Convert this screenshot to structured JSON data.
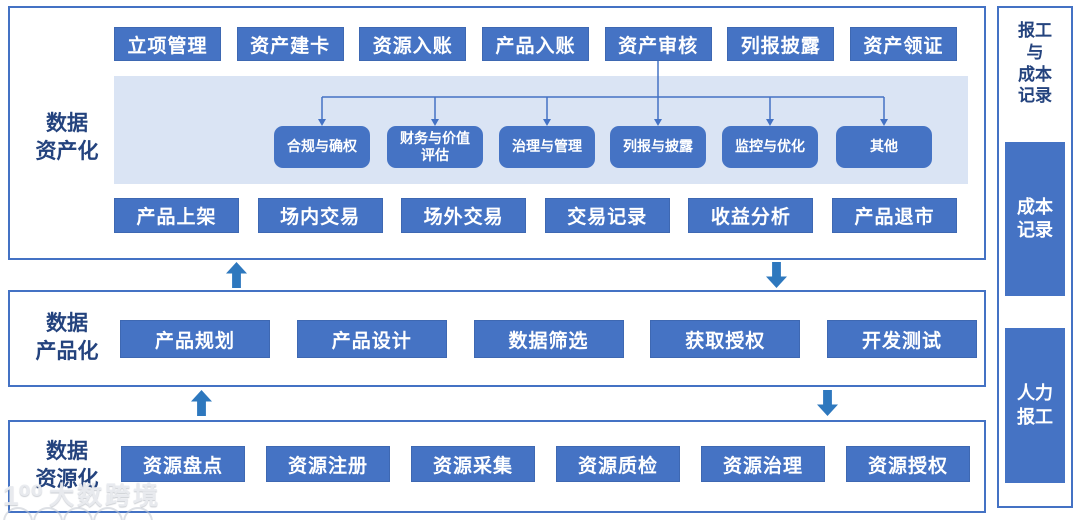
{
  "colors": {
    "box_blue": "#4573C4",
    "section_border_blue": "#4472C4",
    "panel_light_blue": "#DAE4F4",
    "arrow_blue": "#2E78BE",
    "label_dark_blue": "#24437E"
  },
  "sections": {
    "assetization": {
      "label_lines": [
        "数据",
        "资产化"
      ],
      "top_row": [
        "立项管理",
        "资产建卡",
        "资源入账",
        "产品入账",
        "资产审核",
        "列报披露",
        "资产领证"
      ],
      "sub_row": [
        "合规与确权",
        "财务与价值评估",
        "治理与管理",
        "列报与披露",
        "监控与优化",
        "其他"
      ],
      "bottom_row": [
        "产品上架",
        "场内交易",
        "场外交易",
        "交易记录",
        "收益分析",
        "产品退市"
      ]
    },
    "productization": {
      "label_lines": [
        "数据",
        "产品化"
      ],
      "row": [
        "产品规划",
        "产品设计",
        "数据筛选",
        "获取授权",
        "开发测试"
      ]
    },
    "resourcization": {
      "label_lines": [
        "数据",
        "资源化"
      ],
      "row": [
        "资源盘点",
        "资源注册",
        "资源采集",
        "资源质检",
        "资源治理",
        "资源授权"
      ]
    }
  },
  "sidebar": {
    "title_lines": [
      "报工",
      "与",
      "成本",
      "记录"
    ],
    "boxes": [
      {
        "lines": [
          "成本",
          "记录"
        ]
      },
      {
        "lines": [
          "人力",
          "报工"
        ]
      }
    ]
  },
  "watermark": {
    "logo": "1⁰⁰",
    "text": "大数跨境"
  }
}
